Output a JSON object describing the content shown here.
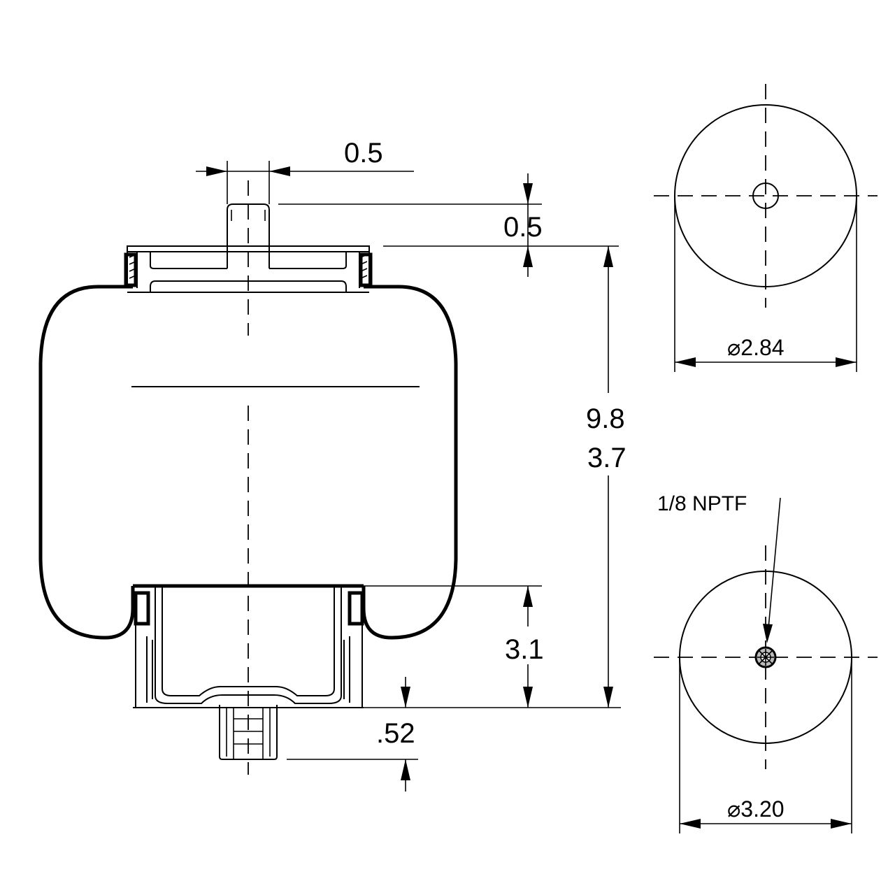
{
  "dimensions": {
    "stem_width": "0.5",
    "stem_height": "0.5",
    "overall_height_max": "9.8",
    "overall_height_min": "3.7",
    "piston_height": "3.1",
    "bottom_stud": ".52"
  },
  "top_view": {
    "diameter_symbol": "⌀",
    "diameter": "2.84"
  },
  "bottom_view": {
    "port_label": "1/8 NPTF",
    "diameter_symbol": "⌀",
    "diameter": "3.20"
  }
}
